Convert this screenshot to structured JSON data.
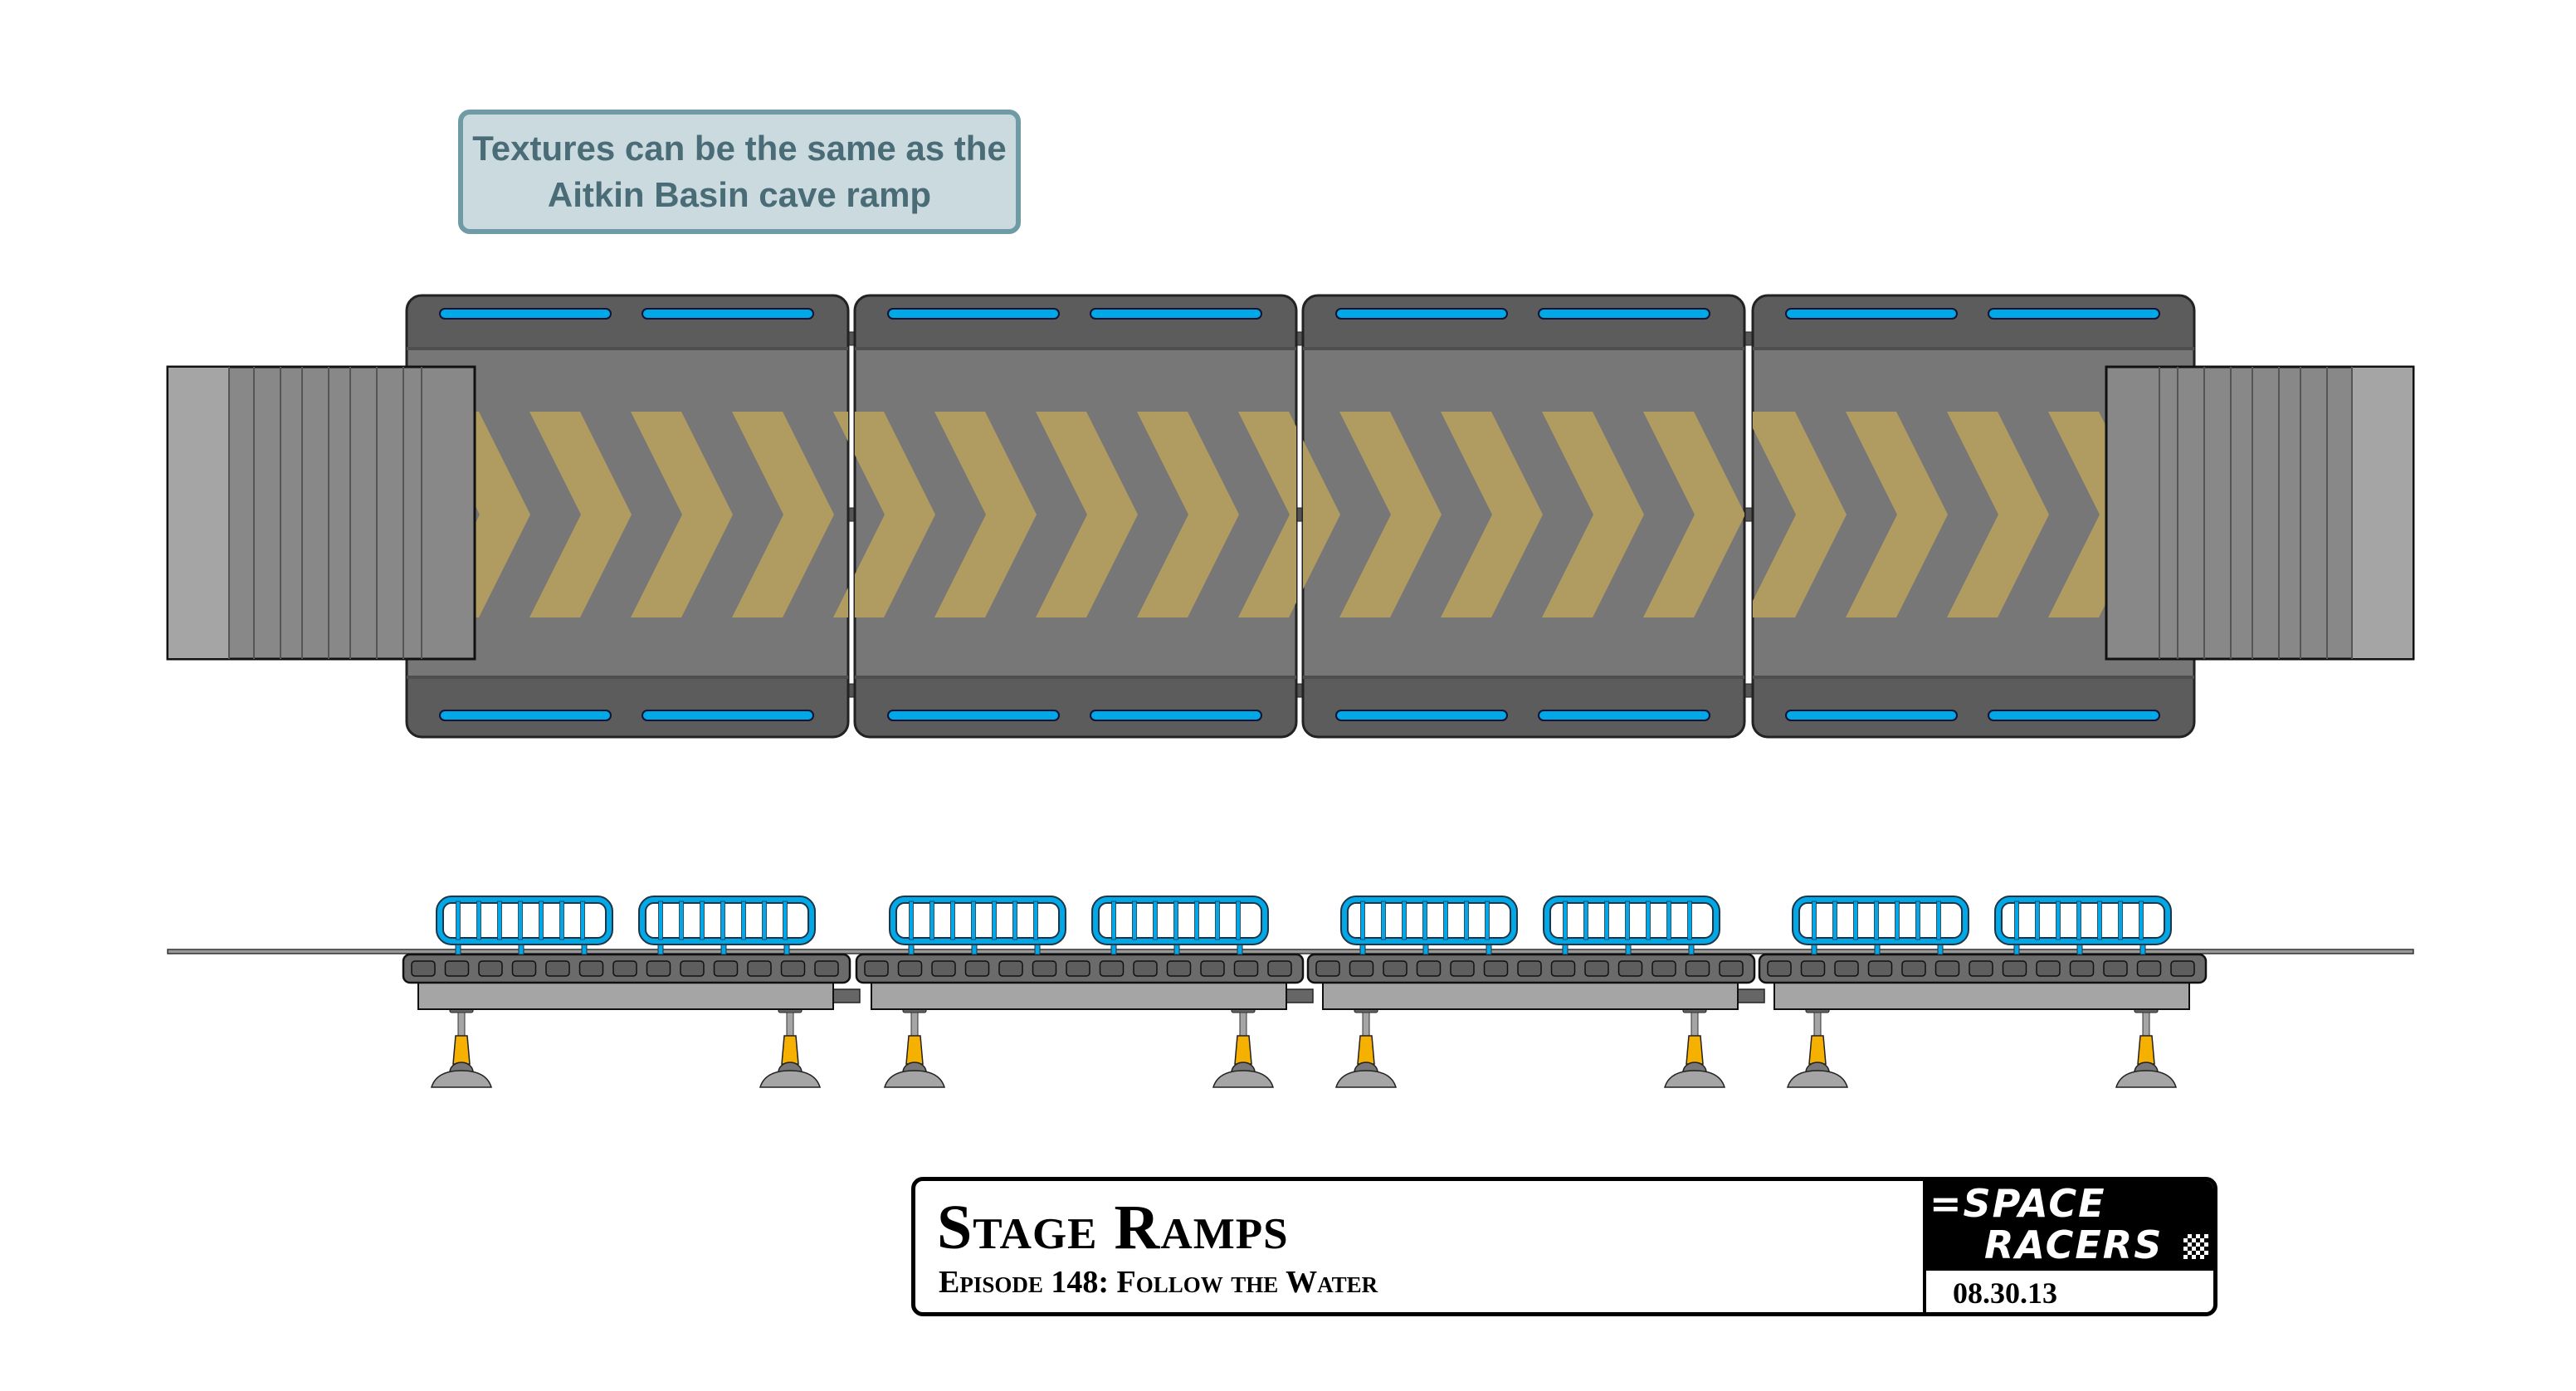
{
  "callout": {
    "lines": [
      "Textures can be the same as the",
      "Aitkin Basin cave ramp"
    ]
  },
  "diagram": {
    "top_view_panels": 4,
    "side_view_panels": 4,
    "colors": {
      "deck_dark": "#5c5c5c",
      "deck_mid": "#777777",
      "chevron": "#b09c60",
      "light_strip": "#00a8e8",
      "ramp_light": "#a5a5a5",
      "ramp_striped": "#888888",
      "railing": "#00a8e8",
      "jack": "#f5b000"
    }
  },
  "title_block": {
    "title": "Stage Ramps",
    "subtitle": "Episode 148: Follow the Water",
    "logo_line1": "=SPACE",
    "logo_line2": "RACERS",
    "date": "08.30.13"
  }
}
